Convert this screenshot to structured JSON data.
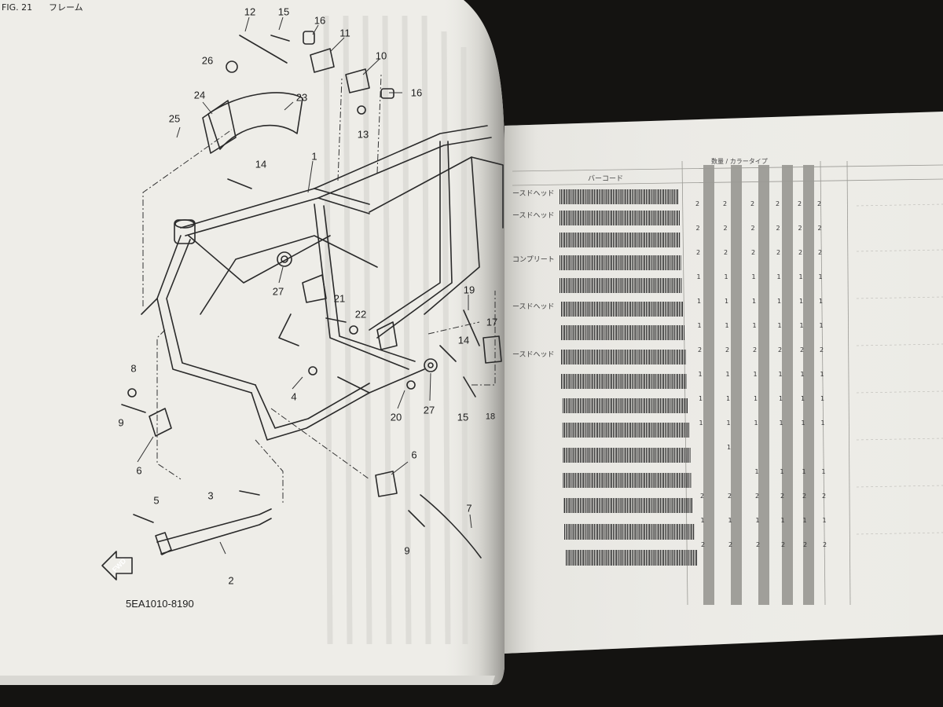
{
  "left_page": {
    "header_fig": "FIG. 21",
    "header_title": "フレーム",
    "callouts": [
      "12",
      "15",
      "16",
      "11",
      "10",
      "26",
      "24",
      "23",
      "25",
      "16",
      "13",
      "14",
      "1",
      "27",
      "19",
      "21",
      "22",
      "17",
      "14",
      "8",
      "4",
      "27",
      "9",
      "20",
      "15",
      "18",
      "6",
      "6",
      "3",
      "5",
      "9",
      "7",
      "2"
    ],
    "part_code": "5EA1010-8190",
    "fwd_label": "FWD"
  },
  "right_page": {
    "barcode_header": "バーコード",
    "qty_header": "数量 / カラータイプ",
    "descriptions": [
      "ースドヘッド",
      "ースドヘッド",
      "コンプリート",
      "ースドヘッド",
      "ースドヘッド"
    ],
    "quantities": [
      [
        "2",
        "2",
        "2",
        "2",
        "2",
        "2"
      ],
      [
        "2",
        "2",
        "2",
        "2",
        "2",
        "2"
      ],
      [
        "2",
        "2",
        "2",
        "2",
        "2",
        "2"
      ],
      [
        "1",
        "1",
        "1",
        "1",
        "1",
        "1"
      ],
      [
        "1",
        "1",
        "1",
        "1",
        "1",
        "1"
      ],
      [
        "1",
        "1",
        "1",
        "1",
        "1",
        "1"
      ],
      [
        "2",
        "2",
        "2",
        "2",
        "2",
        "2"
      ],
      [
        "1",
        "1",
        "1",
        "1",
        "1",
        "1"
      ],
      [
        "1",
        "1",
        "1",
        "1",
        "1",
        "1"
      ],
      [
        "1",
        "1",
        "1",
        "1",
        "1",
        "1"
      ],
      [
        "",
        "1",
        "",
        "",
        "",
        ""
      ],
      [
        "",
        "",
        "1",
        "1",
        "1",
        "1"
      ],
      [
        "2",
        "2",
        "2",
        "2",
        "2",
        "2"
      ],
      [
        "1",
        "1",
        "1",
        "1",
        "1",
        "1"
      ],
      [
        "2",
        "2",
        "2",
        "2",
        "2",
        "2"
      ]
    ]
  }
}
